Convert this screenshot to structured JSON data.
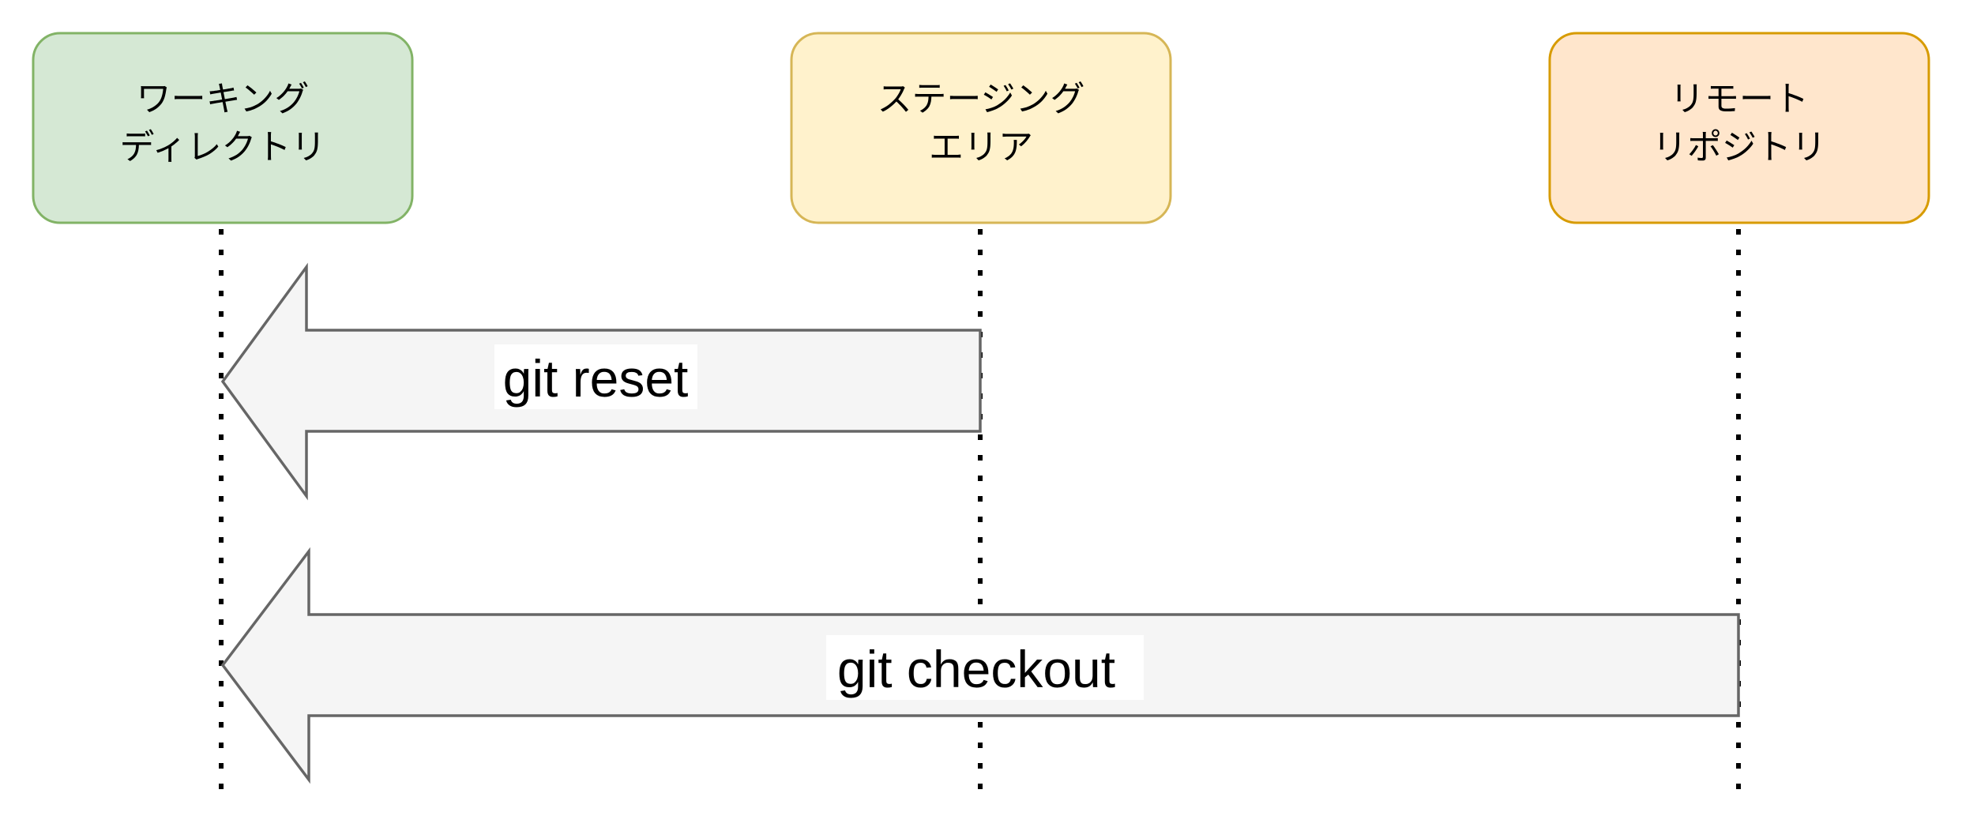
{
  "boxes": [
    {
      "id": "working-directory",
      "lines": [
        "ワーキング",
        "ディレクトリ"
      ],
      "fill": "#d5e8d4",
      "stroke": "#82b366"
    },
    {
      "id": "staging-area",
      "lines": [
        "ステージング",
        "エリア"
      ],
      "fill": "#fff2cc",
      "stroke": "#d6b656"
    },
    {
      "id": "remote-repository",
      "lines": [
        "リモート",
        "リポジトリ"
      ],
      "fill": "#ffe6cc",
      "stroke": "#d79b00"
    }
  ],
  "arrows": [
    {
      "id": "git-reset",
      "label": "git reset",
      "from": "staging-area",
      "to": "working-directory"
    },
    {
      "id": "git-checkout",
      "label": "git checkout",
      "from": "remote-repository",
      "to": "working-directory"
    }
  ],
  "colors": {
    "arrow_fill": "#f5f5f5",
    "arrow_stroke": "#666666",
    "lifeline": "#000000"
  }
}
